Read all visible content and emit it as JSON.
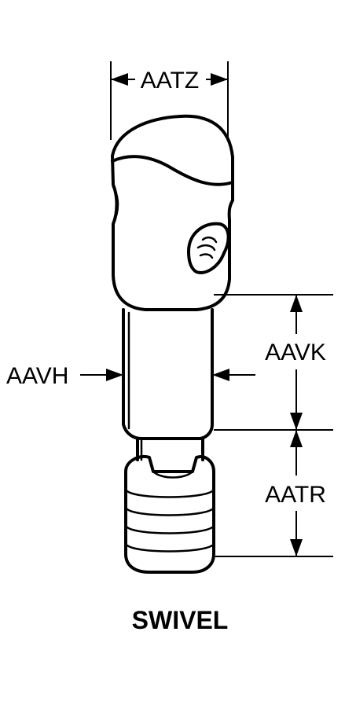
{
  "diagram": {
    "dimensions": {
      "top_width": "AATZ",
      "shank_diameter": "AAVH",
      "shank_length": "AAVK",
      "thread_length": "AATR"
    },
    "caption": "SWIVEL"
  }
}
